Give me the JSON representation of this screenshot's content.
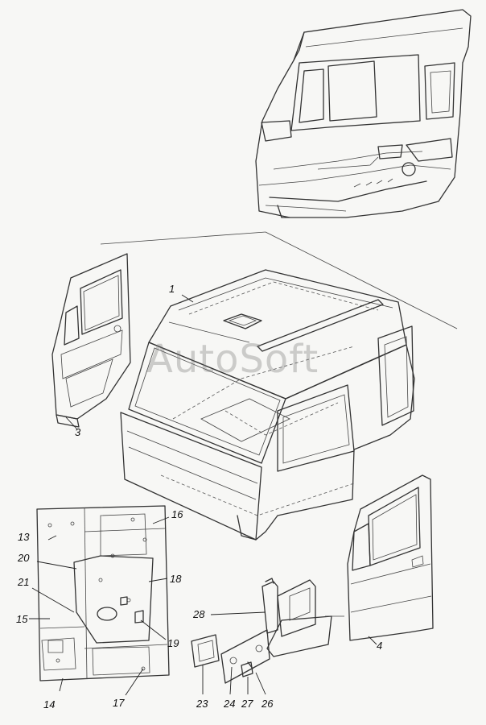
{
  "watermark": "AutoSoft",
  "callouts": [
    {
      "id": "c1",
      "label": "1"
    },
    {
      "id": "c3",
      "label": "3"
    },
    {
      "id": "c4",
      "label": "4"
    },
    {
      "id": "c13",
      "label": "13"
    },
    {
      "id": "c14",
      "label": "14"
    },
    {
      "id": "c15",
      "label": "15"
    },
    {
      "id": "c16",
      "label": "16"
    },
    {
      "id": "c17",
      "label": "17"
    },
    {
      "id": "c18",
      "label": "18"
    },
    {
      "id": "c19",
      "label": "19"
    },
    {
      "id": "c20",
      "label": "20"
    },
    {
      "id": "c21",
      "label": "21"
    },
    {
      "id": "c23",
      "label": "23"
    },
    {
      "id": "c24",
      "label": "24"
    },
    {
      "id": "c26",
      "label": "26"
    },
    {
      "id": "c27",
      "label": "27"
    },
    {
      "id": "c28",
      "label": "28"
    }
  ]
}
